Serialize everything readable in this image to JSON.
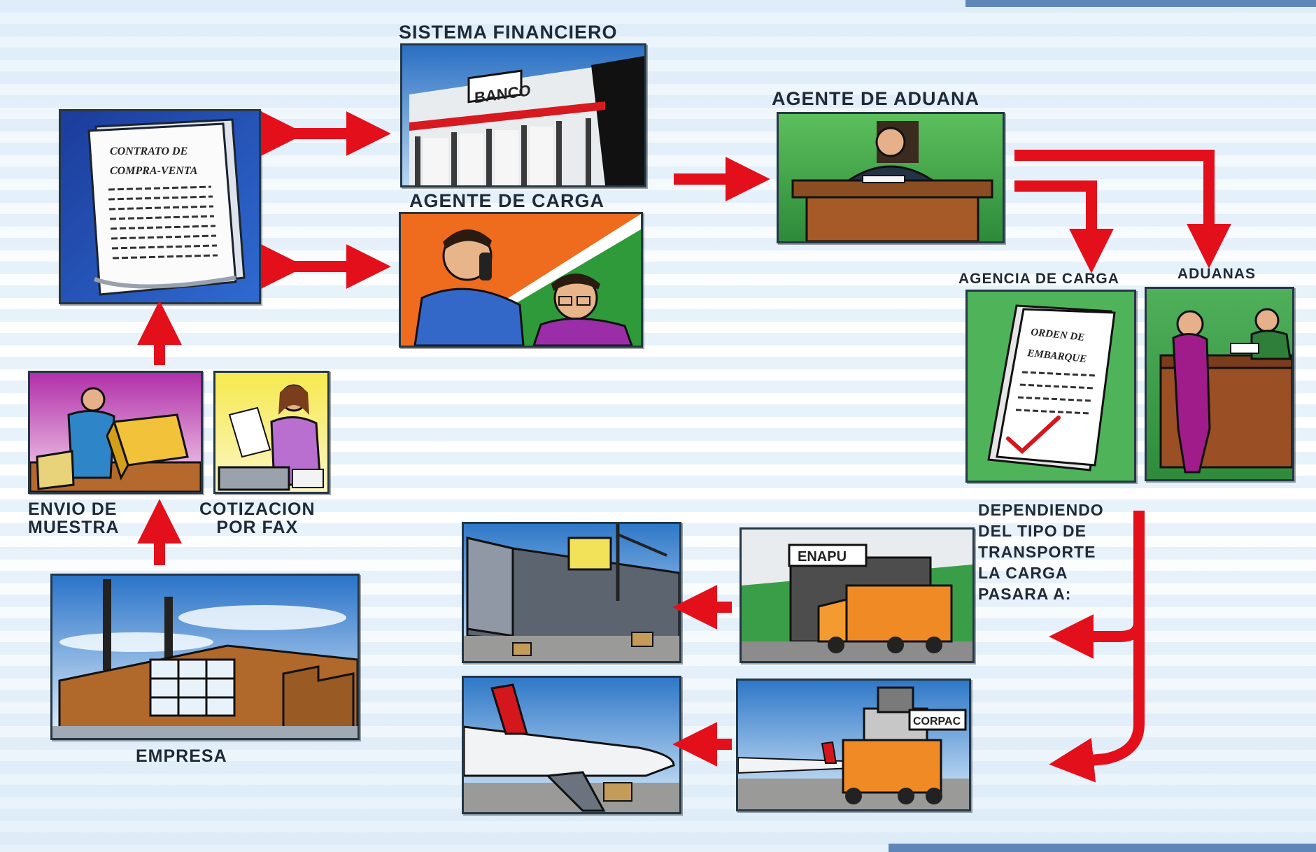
{
  "labels": {
    "sistema_financiero": "SISTEMA FINANCIERO",
    "agente_de_carga": "AGENTE DE CARGA",
    "agente_de_aduana": "AGENTE DE ADUANA",
    "agencia_de_carga": "AGENCIA DE CARGA",
    "aduanas": "ADUANAS",
    "envio_de_muestra": "ENVIO DE\nMUESTRA",
    "cotizacion_por_fax": "COTIZACION\nPOR FAX",
    "empresa": "EMPRESA",
    "dependiendo": "DEPENDIENDO\nDEL TIPO DE\nTRANSPORTE\nLA CARGA\nPASARA A:"
  },
  "panel_text": {
    "contrato_line1": "CONTRATO DE",
    "contrato_line2": "COMPRA-VENTA",
    "banco_sign": "BANCO",
    "orden_line1": "ORDEN DE",
    "orden_line2": "EMBARQUE",
    "enapu_sign": "ENAPU",
    "corpac_sign": "CORPAC"
  },
  "colors": {
    "arrow": "#e3101b",
    "panel_border": "#233746",
    "label_text": "#1f2a38",
    "frame_accent": "#5f86b8"
  }
}
